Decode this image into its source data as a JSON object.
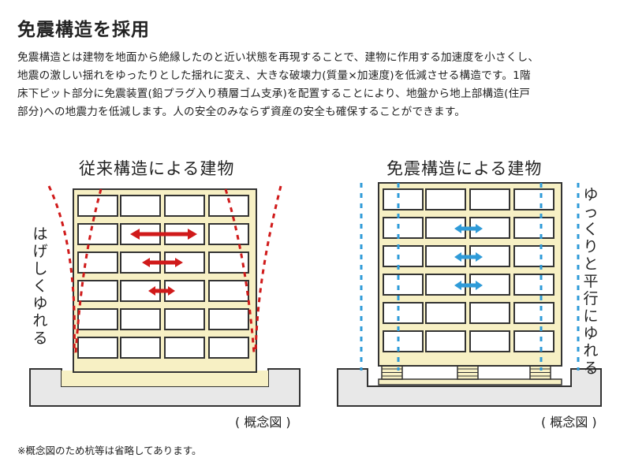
{
  "title": "免震構造を採用",
  "description": [
    "免震構造とは建物を地面から絶縁したのと近い状態を再現することで、建物に作用する加速度を小さくし、",
    "地震の激しい揺れをゆったりとした揺れに変え、大きな破壊力(質量×加速度)を低減させる構造です。1階",
    "床下ピット部分に免震装置(鉛プラグ入り積層ゴム支承)を配置することにより、地盤から地上部構造(住戸",
    "部分)への地震力を低減します。人の安全のみならず資産の安全も確保することができます。"
  ],
  "left_panel": {
    "title": "従来構造による建物",
    "side_label": "はげしくゆれる",
    "caption": "( 概念図 )"
  },
  "right_panel": {
    "title": "免震構造による建物",
    "side_label": "ゆっくりと平行にゆれる",
    "caption": "( 概念図 )"
  },
  "footnote": "※概念図のため杭等は省略してあります。",
  "colors": {
    "building_fill": "#f7f0c4",
    "outline": "#333333",
    "ground_fill": "#e8e8e8",
    "red_accent": "#d01a1a",
    "blue_accent": "#2f9bd8"
  }
}
